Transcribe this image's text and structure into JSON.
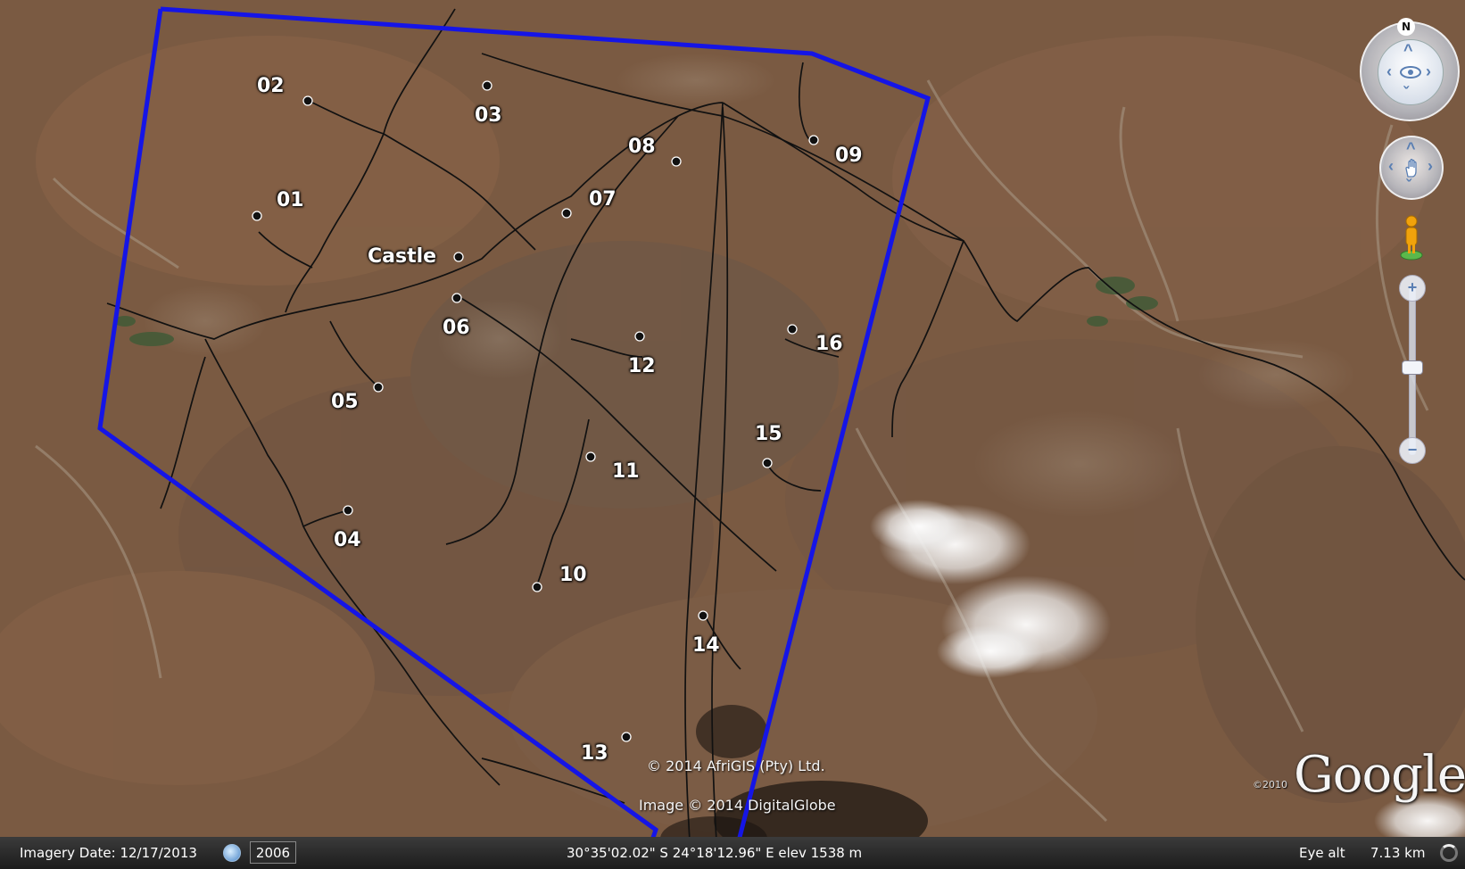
{
  "app": {
    "title": "Google Earth"
  },
  "map": {
    "markers": [
      {
        "id": "02",
        "label": "02"
      },
      {
        "id": "03",
        "label": "03"
      },
      {
        "id": "01",
        "label": "01"
      },
      {
        "id": "08",
        "label": "08"
      },
      {
        "id": "09",
        "label": "09"
      },
      {
        "id": "07",
        "label": "07"
      },
      {
        "id": "castle",
        "label": "Castle"
      },
      {
        "id": "06",
        "label": "06"
      },
      {
        "id": "12",
        "label": "12"
      },
      {
        "id": "16",
        "label": "16"
      },
      {
        "id": "05",
        "label": "05"
      },
      {
        "id": "15",
        "label": "15"
      },
      {
        "id": "11",
        "label": "11"
      },
      {
        "id": "04",
        "label": "04"
      },
      {
        "id": "10",
        "label": "10"
      },
      {
        "id": "14",
        "label": "14"
      },
      {
        "id": "13",
        "label": "13"
      }
    ],
    "boundary_color": "#1515e6",
    "track_color": "#111111"
  },
  "attribution": {
    "afrigis": "© 2014 AfriGIS (Pty) Ltd.",
    "digitalglobe": "Image © 2014 DigitalGlobe",
    "logo_year": "©2010",
    "logo_text": "Google"
  },
  "nav_controls": {
    "north_label": "N",
    "look_icon": "eye-icon",
    "move_icon": "hand-icon",
    "street_view_icon": "pegman-icon",
    "zoom_in_label": "+",
    "zoom_out_label": "−"
  },
  "status_bar": {
    "imagery_date": "Imagery Date: 12/17/2013",
    "history_year": "2006",
    "coordinates": "30°35'02.02\" S   24°18'12.96\" E  elev 1538 m",
    "eye_alt_label": "Eye alt",
    "eye_alt_value": "7.13 km"
  }
}
